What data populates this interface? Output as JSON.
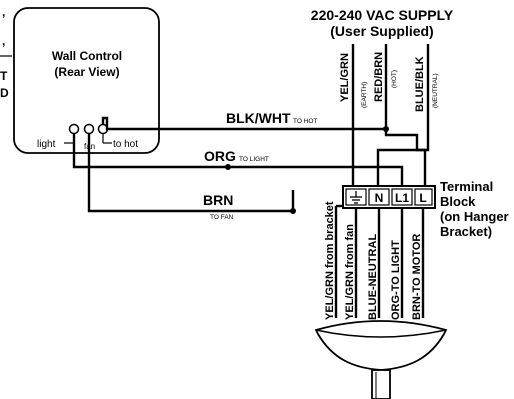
{
  "wall_control": {
    "title_line1": "Wall Control",
    "title_line2": "(Rear View)",
    "terminal_light": "light",
    "terminal_fan": "fan",
    "terminal_hot": "to hot"
  },
  "left_edge": {
    "fragment_1": ",",
    "fragment_2": ",",
    "fragment_3": "T",
    "fragment_4": "D"
  },
  "supply": {
    "line1": "220-240 VAC SUPPLY",
    "line2": "(User Supplied)",
    "wires": [
      {
        "label": "YEL/GRN",
        "sub": "(EARTH)"
      },
      {
        "label": "RED/BRN",
        "sub": "(HOT)"
      },
      {
        "label": "BLUE/BLK",
        "sub": "(NEUTRAL)"
      }
    ]
  },
  "wires": {
    "blk_wht": {
      "label": "BLK/WHT",
      "sub": "TO HOT"
    },
    "org": {
      "label": "ORG",
      "sub": "TO LIGHT"
    },
    "brn": {
      "label": "BRN",
      "sub": "TO FAN"
    }
  },
  "terminal_block": {
    "terminals": [
      "⏚",
      "N",
      "L1",
      "L"
    ],
    "label_line1": "Terminal",
    "label_line2": "Block",
    "label_line3": "(on Hanger",
    "label_line4": "Bracket)"
  },
  "fan_wires": [
    "YEL/GRN from bracket",
    "YEL/GRN from fan",
    "BLUE-NEUTRAL",
    "ORG-TO LIGHT",
    "BRN-TO MOTOR"
  ]
}
